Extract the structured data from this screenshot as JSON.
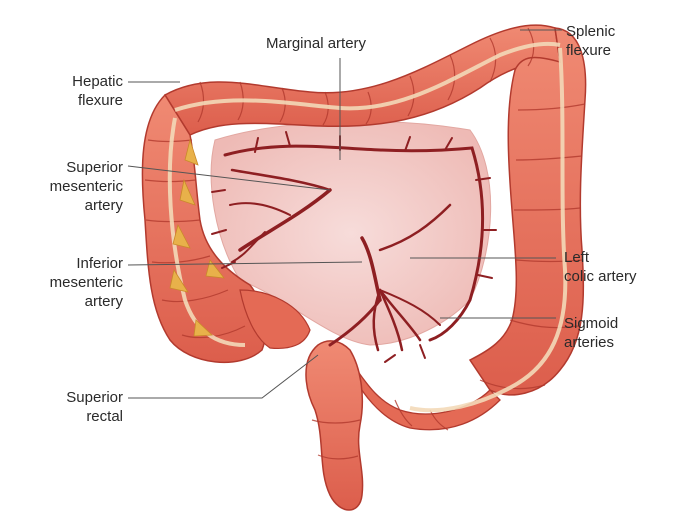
{
  "labels": {
    "marginal_artery": [
      "Marginal artery"
    ],
    "splenic_flexure": [
      "Splenic",
      "flexure"
    ],
    "hepatic_flexure": [
      "Hepatic",
      "flexure"
    ],
    "superior_mesenteric": [
      "Superior",
      "mesenteric",
      "artery"
    ],
    "inferior_mesenteric": [
      "Inferior",
      "mesenteric",
      "artery"
    ],
    "left_colic": [
      "Left",
      "colic artery"
    ],
    "sigmoid_arteries": [
      "Sigmoid",
      "arteries"
    ],
    "superior_rectal": [
      "Superior",
      "rectal"
    ]
  },
  "colors": {
    "colon_fill": "#e9735f",
    "colon_dark": "#c9473a",
    "haustra_line": "#b23a2e",
    "mesentery": "#f2c9c6",
    "artery": "#8e1f22",
    "teniae": "#f3d9b8",
    "fat": "#e8b14a",
    "leader": "#555555"
  }
}
